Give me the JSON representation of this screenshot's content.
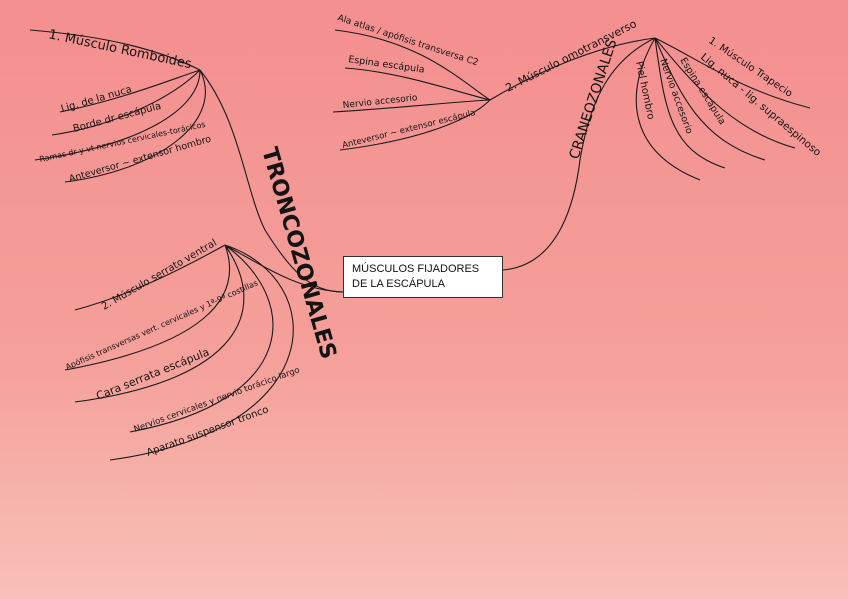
{
  "center": {
    "line1": "MÚSCULOS FIJADORES",
    "line2": "DE LA ESCÁPULA"
  },
  "troncozonales": {
    "label": "TRONCOZONALES",
    "romboides": {
      "title": "1. Músculo Romboides",
      "items": [
        "Lig. de la nuca",
        "Borde dr escápula",
        "Ramas dr y vt nervios cervicales-torácicos",
        "Anteversor ~ extensor hombro"
      ]
    },
    "serrato": {
      "title": "2. Músculo serrato ventral",
      "items": [
        "Apófisis transversas vert. cervicales y 1ª-9ª costillas",
        "Cara serrata escápula",
        "Nervios cervicales y nervio torácico largo",
        "Aparato suspensor tronco"
      ]
    }
  },
  "craneozonales": {
    "label": "CRANEOZONALES",
    "piel": "Piel hombro",
    "omotransverso": {
      "title": "2. Músculo omotransverso",
      "items": [
        "Ala atlas / apófisis transversa C2",
        "Espina escápula",
        "Nervio accesorio",
        "Anteversor ~ extensor escápula"
      ]
    },
    "trapecio": {
      "title": "1. Músculo Trapecio",
      "items": [
        "Lig. nuca - lig. supraespinoso",
        "Espina escápula",
        "Nervio accesorio"
      ]
    }
  }
}
